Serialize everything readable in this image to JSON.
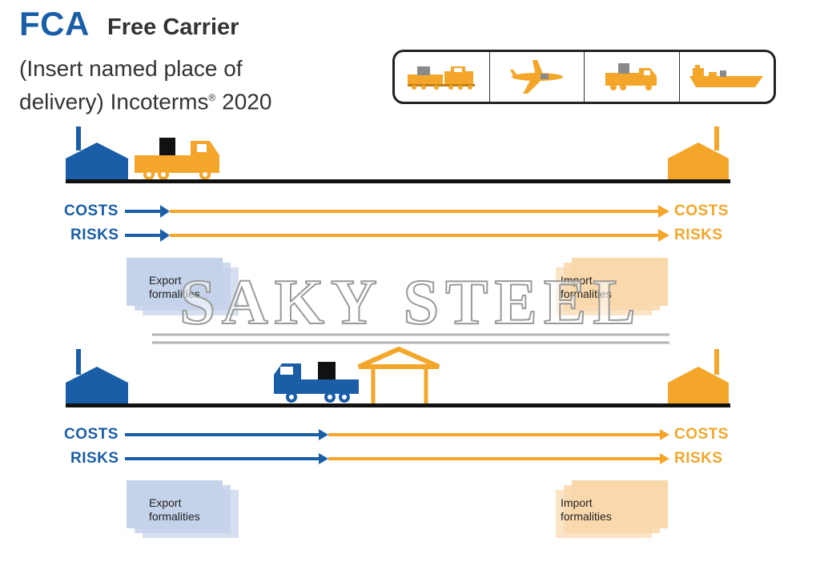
{
  "header": {
    "abbreviation": "FCA",
    "name": "Free Carrier",
    "subtitle_line1": "(Insert named place of",
    "subtitle_line2_prefix": "delivery) Incoterms",
    "subtitle_reg_mark": "®",
    "subtitle_year": "2020"
  },
  "transport_modes": [
    {
      "icon": "train-icon"
    },
    {
      "icon": "airplane-icon"
    },
    {
      "icon": "truck-icon"
    },
    {
      "icon": "ship-icon"
    }
  ],
  "colors": {
    "seller_blue": "#1a5ea8",
    "buyer_orange": "#f4a62a",
    "export_doc": "#c4d2ea",
    "import_doc": "#f9d8ac",
    "ground": "#111111",
    "cargo": "#111111"
  },
  "scenario1": {
    "seller_icon": "seller-factory-icon",
    "buyer_icon": "buyer-factory-icon",
    "vehicle_icon": "orange-truck-icon",
    "costs_left": "COSTS",
    "risks_left": "RISKS",
    "costs_right": "COSTS",
    "risks_right": "RISKS",
    "export_doc_line1": "Export",
    "export_doc_line2": "formalities",
    "import_doc_line1": "Import",
    "import_doc_line2": "formalities"
  },
  "scenario2": {
    "seller_icon": "seller-factory-icon",
    "buyer_icon": "buyer-factory-icon",
    "vehicle_icon": "blue-truck-icon",
    "terminal_icon": "terminal-shed-icon",
    "costs_left": "COSTS",
    "risks_left": "RISKS",
    "costs_right": "COSTS",
    "risks_right": "RISKS",
    "export_doc_line1": "Export",
    "export_doc_line2": "formalities",
    "import_doc_line1": "Import",
    "import_doc_line2": "formalities"
  },
  "watermark": {
    "text": "SAKY STEEL"
  }
}
